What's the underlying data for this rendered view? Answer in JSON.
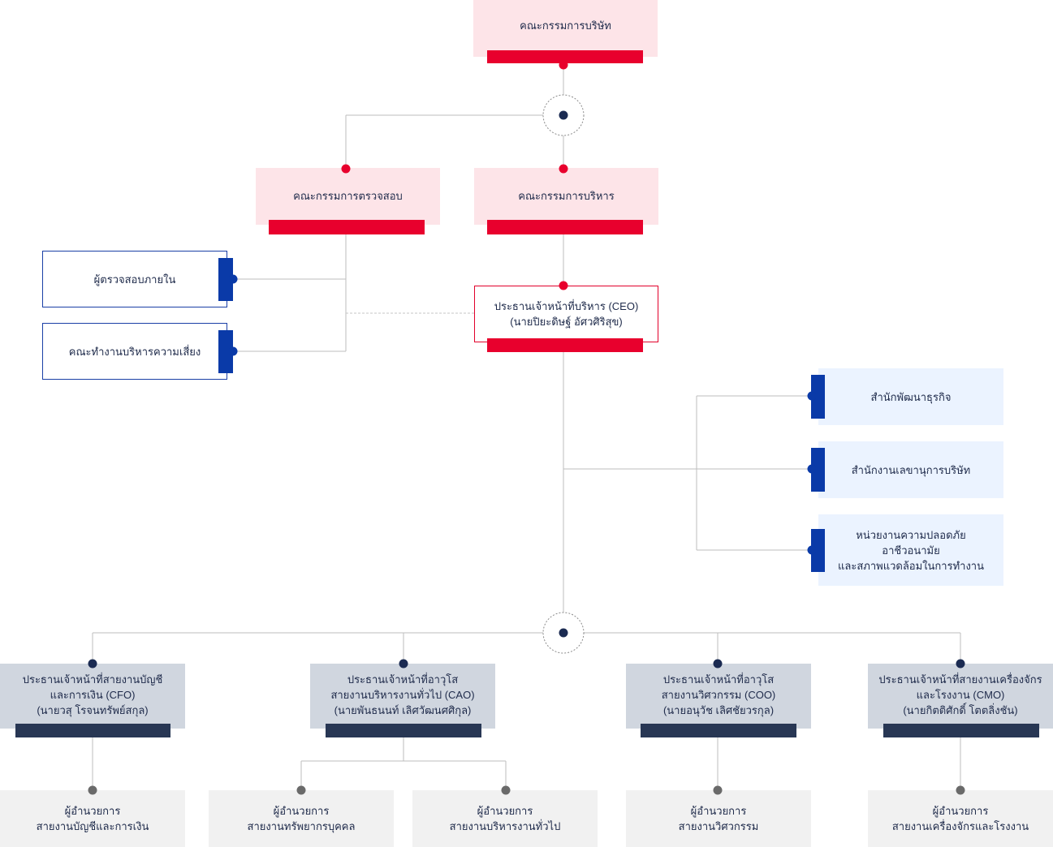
{
  "colors": {
    "accent_red": "#e8002d",
    "pink_fill": "#fde4e8",
    "navy": "#283754",
    "blue": "#0a3aa8",
    "light_blue_fill": "#ebf3ff",
    "slate_fill": "#d0d6df",
    "gray_fill": "#f1f1f1",
    "connector": "#bdbdbd"
  },
  "board": {
    "label": "คณะกรรมการบริษัท"
  },
  "audit_committee": {
    "label": "คณะกรรมการตรวจสอบ"
  },
  "executive_committee": {
    "label": "คณะกรรมการบริหาร"
  },
  "internal_auditor": {
    "label": "ผู้ตรวจสอบภายใน"
  },
  "risk_working_group": {
    "label": "คณะทำงานบริหารความเสี่ยง"
  },
  "ceo": {
    "line1": "ประธานเจ้าหน้าที่บริหาร (CEO)",
    "line2": "(นายปิยะดิษฐ์ อัศวศิริสุข)"
  },
  "business_development_office": {
    "label": "สำนักพัฒนาธุรกิจ"
  },
  "company_secretary_office": {
    "label": "สำนักงานเลขานุการบริษัท"
  },
  "safety_unit": {
    "line1": "หน่วยงานความปลอดภัย",
    "line2": "อาชีวอนามัย",
    "line3": "และสภาพแวดล้อมในการทำงาน"
  },
  "cfo": {
    "line1": "ประธานเจ้าหน้าที่สายงานบัญชี",
    "line2": "และการเงิน (CFO)",
    "line3": "(นายวสุ โรจนทรัพย์สกุล)"
  },
  "cao": {
    "line1": "ประธานเจ้าหน้าที่อาวุโส",
    "line2": "สายงานบริหารงานทั่วไป (CAO)",
    "line3": "(นายพันธนนท์ เลิศวัฒนศศิกุล)"
  },
  "coo": {
    "line1": "ประธานเจ้าหน้าที่อาวุโส",
    "line2": "สายงานวิศวกรรม (COO)",
    "line3": "(นายอนุวัช เลิศชัยวรกุล)"
  },
  "cmo": {
    "line1": "ประธานเจ้าหน้าที่สายงานเครื่องจักร",
    "line2": "และโรงงาน (CMO)",
    "line3": "(นายกิตติศักดิ์ โตตลิ่งชัน)"
  },
  "directors": [
    {
      "line1": "ผู้อำนวยการ",
      "line2": "สายงานบัญชีและการเงิน"
    },
    {
      "line1": "ผู้อำนวยการ",
      "line2": "สายงานทรัพยากรบุคคล"
    },
    {
      "line1": "ผู้อำนวยการ",
      "line2": "สายงานบริหารงานทั่วไป"
    },
    {
      "line1": "ผู้อำนวยการ",
      "line2": "สายงานวิศวกรรม"
    },
    {
      "line1": "ผู้อำนวยการ",
      "line2": "สายงานเครื่องจักรและโรงงาน"
    }
  ]
}
